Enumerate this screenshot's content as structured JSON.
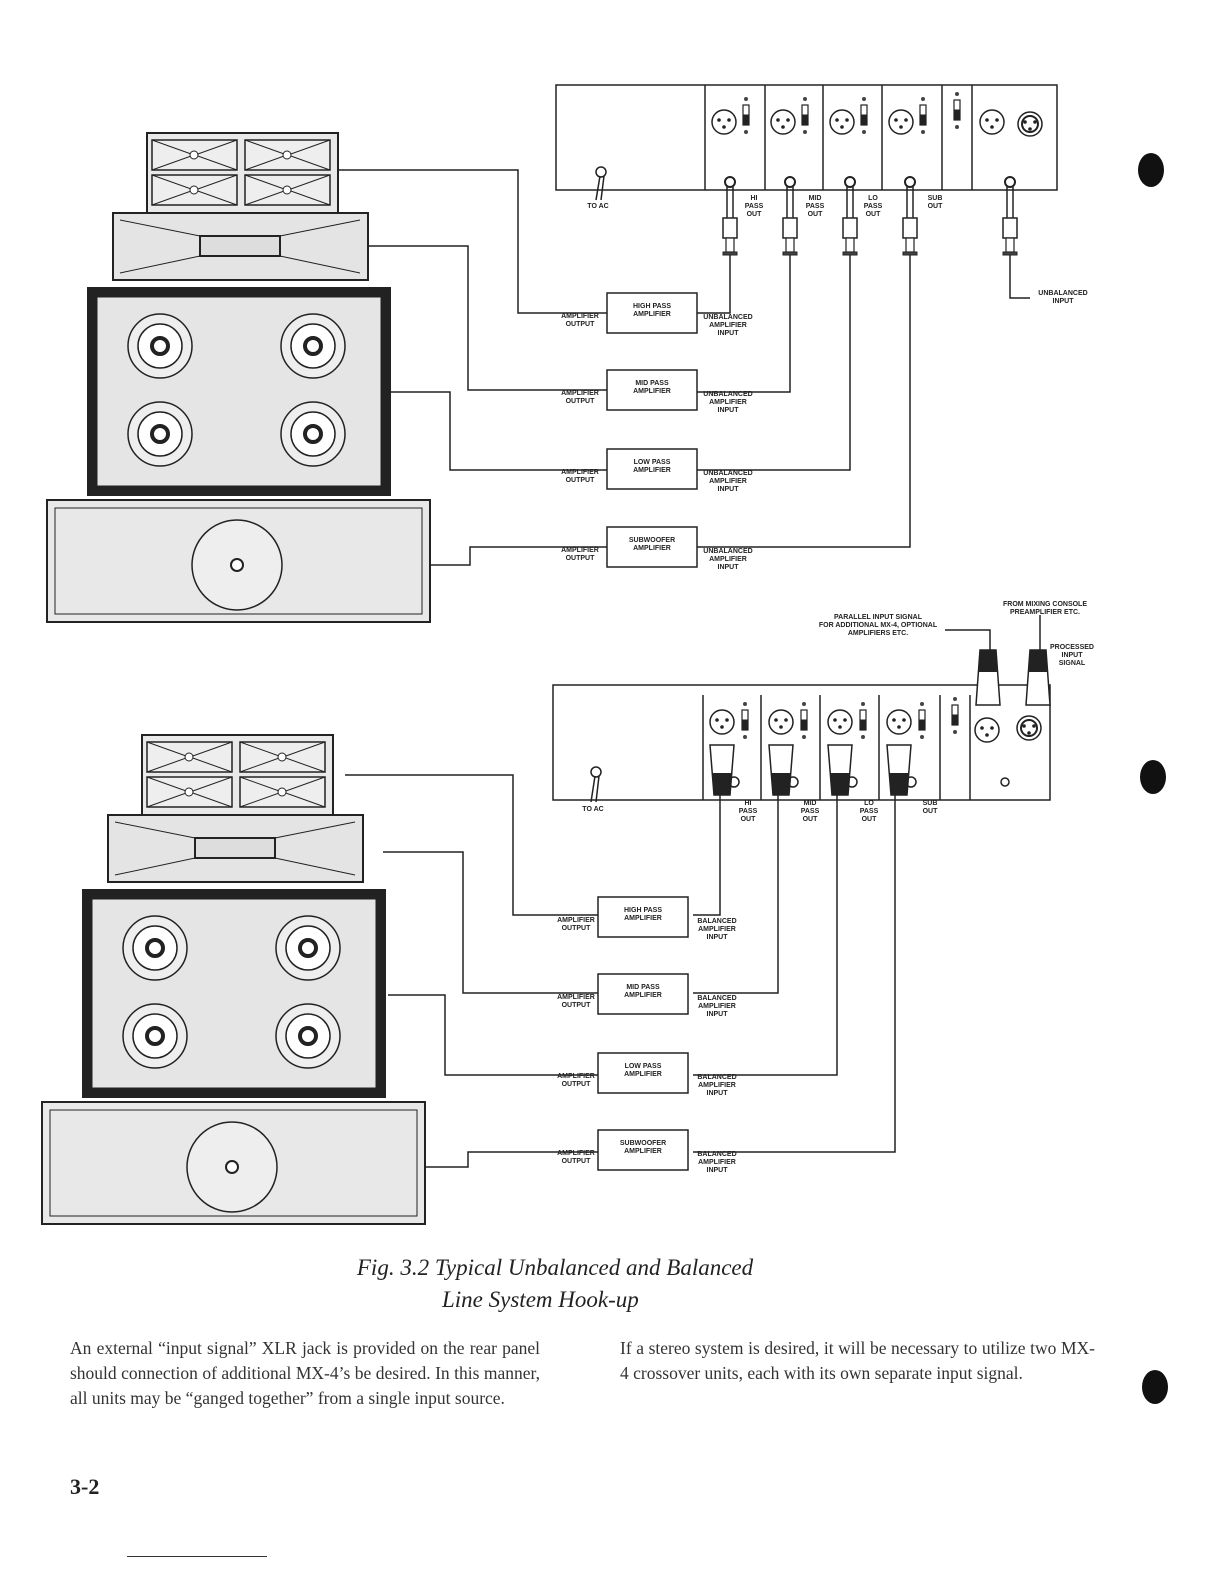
{
  "figure": {
    "caption_line1": "Fig. 3.2  Typical Unbalanced and Balanced",
    "caption_line2": "Line System Hook-up",
    "diagrams": [
      {
        "type": "unbalanced",
        "to_ac": "TO AC",
        "outputs": [
          [
            "HI",
            "PASS",
            "OUT"
          ],
          [
            "MID",
            "PASS",
            "OUT"
          ],
          [
            "LO",
            "PASS",
            "OUT"
          ],
          [
            "SUB",
            "OUT"
          ]
        ],
        "input_label": [
          "UNBALANCED",
          "INPUT"
        ],
        "amplifiers": [
          {
            "name": [
              "HIGH PASS",
              "AMPLIFIER"
            ],
            "output": [
              "AMPLIFIER",
              "OUTPUT"
            ],
            "input": [
              "UNBALANCED",
              "AMPLIFIER",
              "INPUT"
            ]
          },
          {
            "name": [
              "MID PASS",
              "AMPLIFIER"
            ],
            "output": [
              "AMPLIFIER",
              "OUTPUT"
            ],
            "input": [
              "UNBALANCED",
              "AMPLIFIER",
              "INPUT"
            ]
          },
          {
            "name": [
              "LOW PASS",
              "AMPLIFIER"
            ],
            "output": [
              "AMPLIFIER",
              "OUTPUT"
            ],
            "input": [
              "UNBALANCED",
              "AMPLIFIER",
              "INPUT"
            ]
          },
          {
            "name": [
              "SUBWOOFER",
              "AMPLIFIER"
            ],
            "output": [
              "AMPLIFIER",
              "OUTPUT"
            ],
            "input": [
              "UNBALANCED",
              "AMPLIFIER",
              "INPUT"
            ]
          }
        ]
      },
      {
        "type": "balanced",
        "to_ac": "TO AC",
        "outputs": [
          [
            "HI",
            "PASS",
            "OUT"
          ],
          [
            "MID",
            "PASS",
            "OUT"
          ],
          [
            "LO",
            "PASS",
            "OUT"
          ],
          [
            "SUB",
            "OUT"
          ]
        ],
        "parallel_label": [
          "PARALLEL INPUT SIGNAL",
          "FOR ADDITIONAL MX-4, OPTIONAL",
          "AMPLIFIERS ETC."
        ],
        "source_label": [
          "FROM MIXING CONSOLE",
          "PREAMPLIFIER ETC."
        ],
        "processed_label": [
          "PROCESSED",
          "INPUT",
          "SIGNAL"
        ],
        "amplifiers": [
          {
            "name": [
              "HIGH PASS",
              "AMPLIFIER"
            ],
            "output": [
              "AMPLIFIER",
              "OUTPUT"
            ],
            "input": [
              "BALANCED",
              "AMPLIFIER",
              "INPUT"
            ]
          },
          {
            "name": [
              "MID PASS",
              "AMPLIFIER"
            ],
            "output": [
              "AMPLIFIER",
              "OUTPUT"
            ],
            "input": [
              "BALANCED",
              "AMPLIFIER",
              "INPUT"
            ]
          },
          {
            "name": [
              "LOW PASS",
              "AMPLIFIER"
            ],
            "output": [
              "AMPLIFIER",
              "OUTPUT"
            ],
            "input": [
              "BALANCED",
              "AMPLIFIER",
              "INPUT"
            ]
          },
          {
            "name": [
              "SUBWOOFER",
              "AMPLIFIER"
            ],
            "output": [
              "AMPLIFIER",
              "OUTPUT"
            ],
            "input": [
              "BALANCED",
              "AMPLIFIER",
              "INPUT"
            ]
          }
        ]
      }
    ]
  },
  "body": {
    "left_paragraph": "An external “input signal” XLR jack is provided on the rear panel should connection of additional MX-4’s be desired. In this manner, all units may be “ganged together” from a single input source.",
    "right_paragraph": "If a stereo system is desired, it will be necessary to utilize two MX-4 crossover units, each with its own separate input signal."
  },
  "page_number": "3-2"
}
